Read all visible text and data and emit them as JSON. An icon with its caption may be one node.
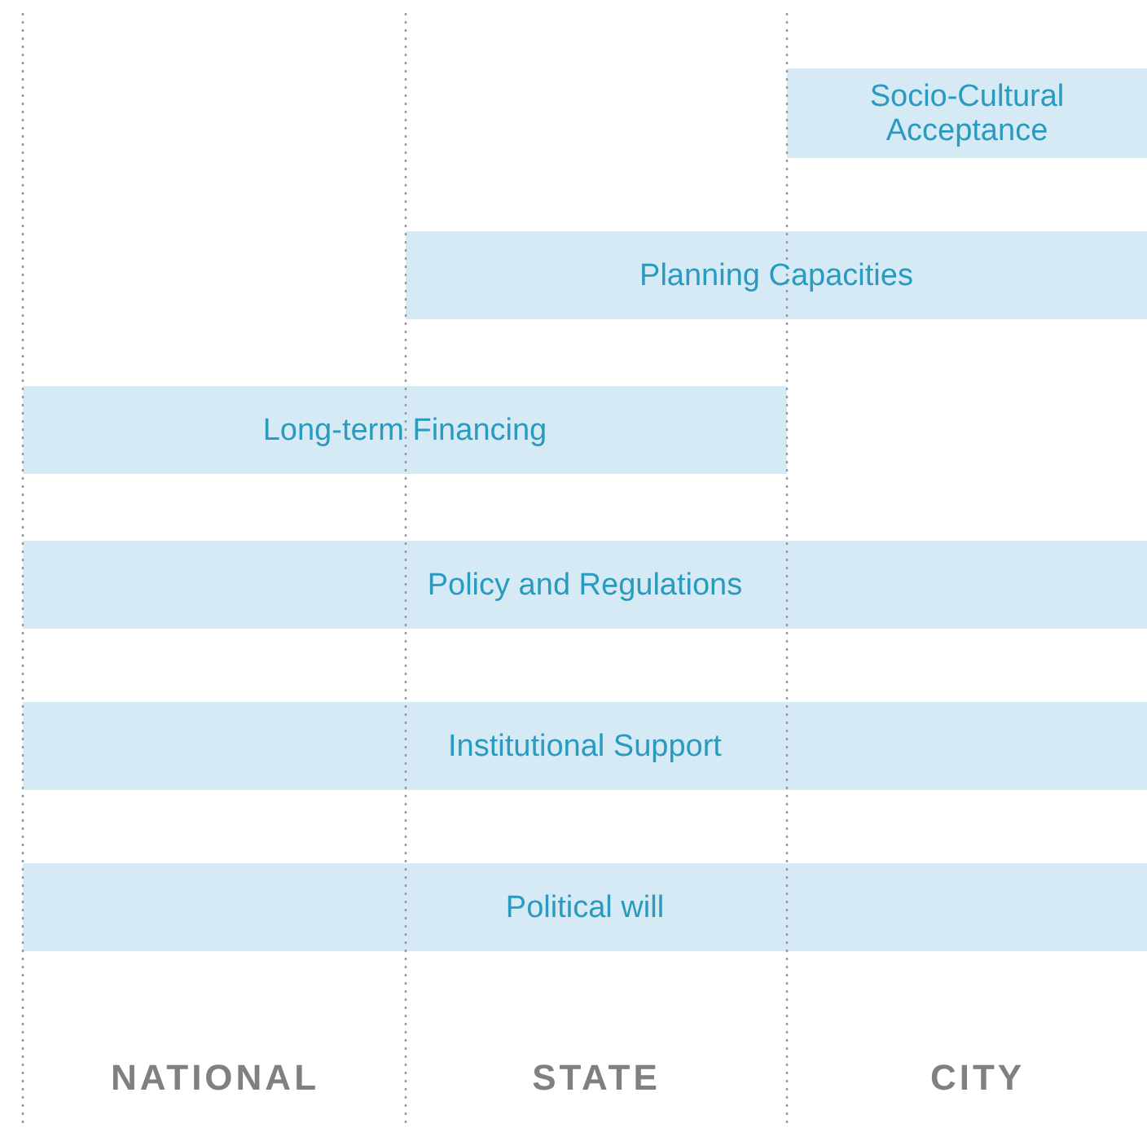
{
  "diagram": {
    "nodes": [
      {
        "text": [
          "Socio-Cultural Acceptance"
        ]
      },
      {
        "text": [
          "Planning Capacities"
        ]
      },
      {
        "text": [
          "Long-term Financing"
        ]
      },
      {
        "text": [
          "Policy and Regulations"
        ]
      },
      {
        "text": [
          "Institutional Support"
        ]
      },
      {
        "text": [
          "Political will"
        ]
      }
    ],
    "labels": [
      "NATIONAL",
      "STATE",
      "CITY"
    ]
  }
}
